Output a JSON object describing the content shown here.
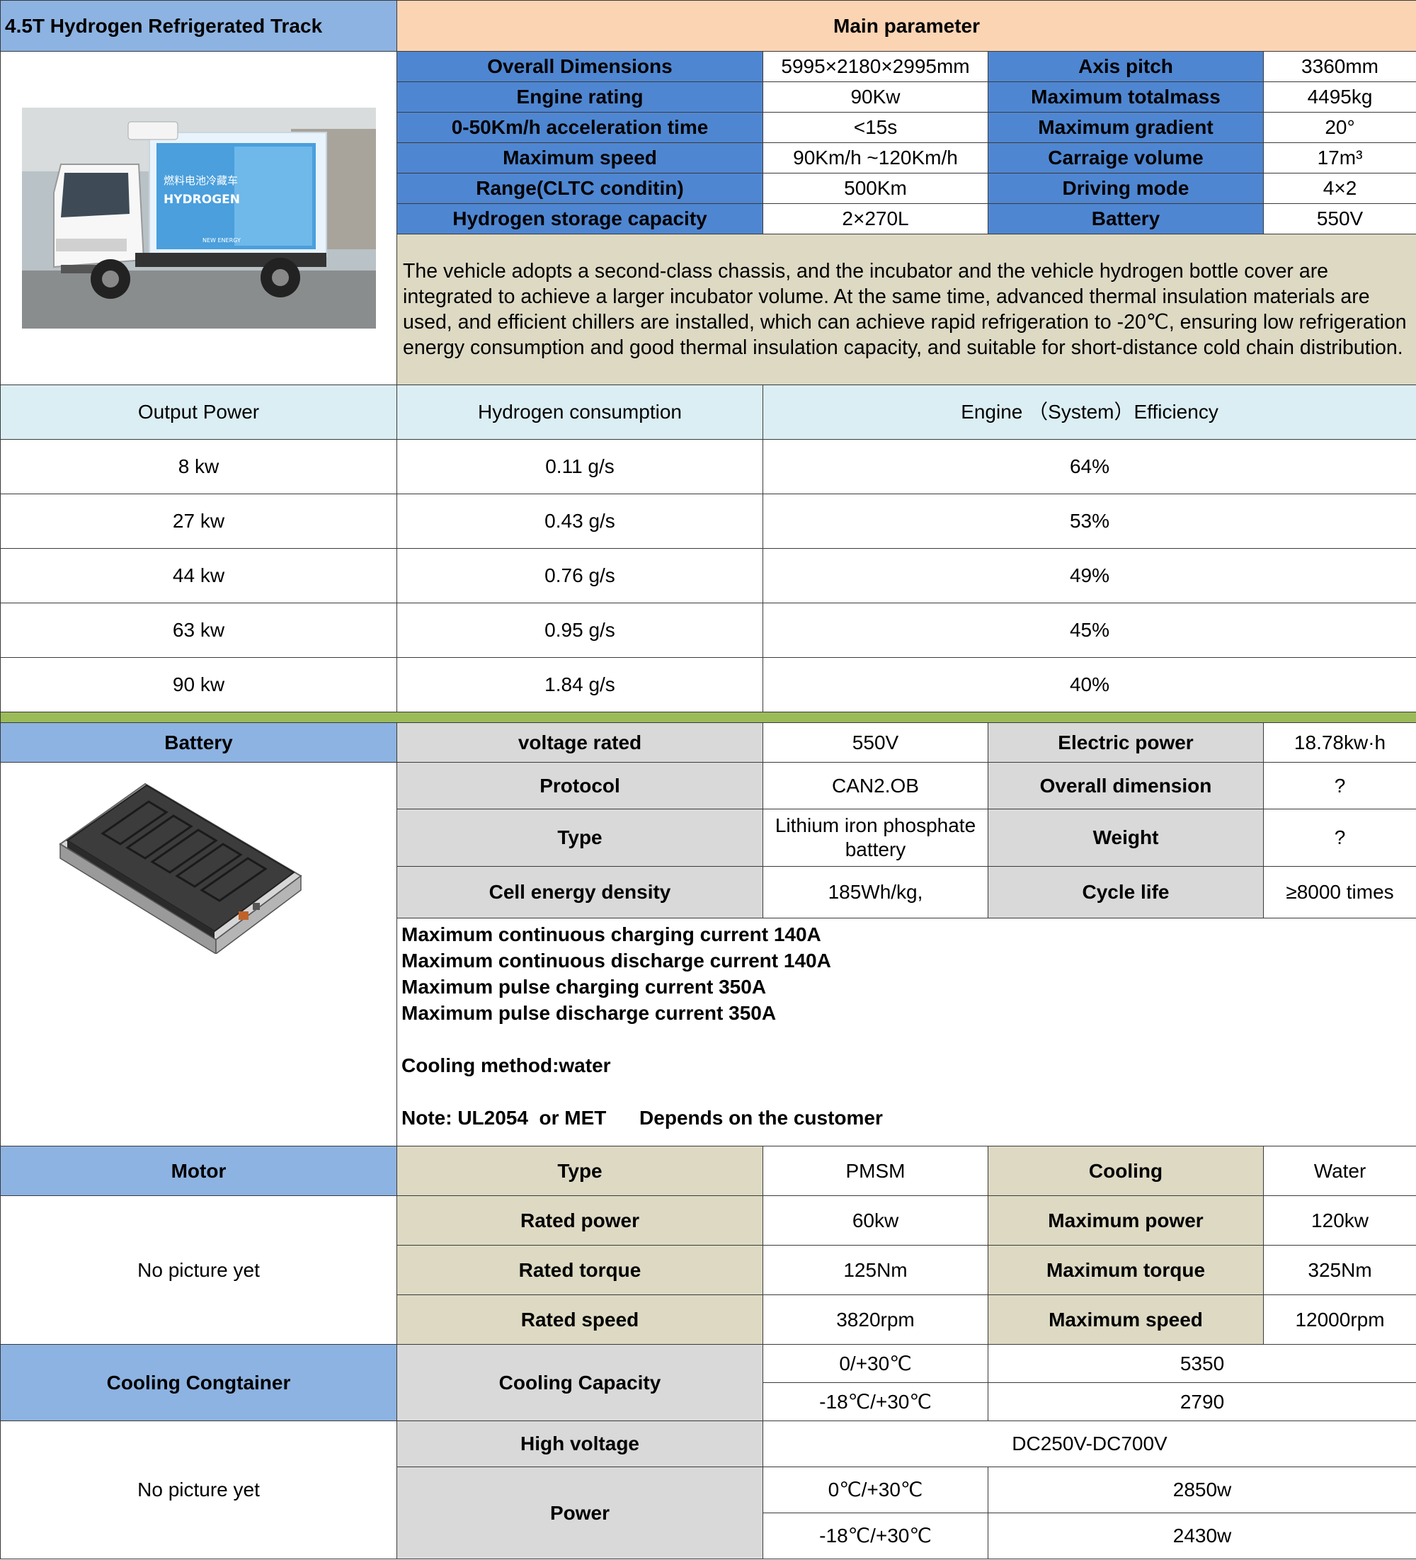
{
  "title": "4.5T Hydrogen Refrigerated Track",
  "main_header": "Main parameter",
  "main_params": [
    {
      "l1": "Overall Dimensions",
      "v1": "5995×2180×2995mm",
      "l2": "Axis pitch",
      "v2": "3360mm"
    },
    {
      "l1": "Engine rating",
      "v1": "90Kw",
      "l2": "Maximum totalmass",
      "v2": "4495kg"
    },
    {
      "l1": "0-50Km/h acceleration time",
      "v1": "<15s",
      "l2": "Maximum gradient",
      "v2": "20°"
    },
    {
      "l1": "Maximum speed",
      "v1": "90Km/h ~120Km/h",
      "l2": "Carraige volume",
      "v2": "17m³"
    },
    {
      "l1": "Range(CLTC conditin)",
      "v1": "500Km",
      "l2": "Driving mode",
      "v2": "4×2"
    },
    {
      "l1": "Hydrogen storage capacity",
      "v1": "2×270L",
      "l2": "Battery",
      "v2": "550V"
    }
  ],
  "truck_image": {
    "label1": "燃料电池冷藏车",
    "label2": "HYDROGEN",
    "label3": "NEW ENERGY"
  },
  "description": "The vehicle adopts a second-class chassis, and the incubator and the vehicle hydrogen bottle cover are integrated to achieve a larger incubator volume. At the same time, advanced thermal insulation materials are used, and efficient chillers are installed, which can achieve rapid refrigeration to -20℃, ensuring low refrigeration energy consumption and good thermal insulation capacity, and suitable for short-distance cold chain distribution.",
  "perf_headers": [
    "Output Power",
    "Hydrogen consumption",
    "Engine （System）Efficiency"
  ],
  "perf_rows": [
    [
      "8 kw",
      "0.11 g/s",
      "64%"
    ],
    [
      "27 kw",
      "0.43 g/s",
      "53%"
    ],
    [
      "44 kw",
      "0.76 g/s",
      "49%"
    ],
    [
      "63 kw",
      "0.95 g/s",
      "45%"
    ],
    [
      "90 kw",
      "1.84 g/s",
      "40%"
    ]
  ],
  "battery": {
    "header": "Battery",
    "rows": [
      {
        "l1": "voltage rated",
        "v1": "550V",
        "l2": "Electric power",
        "v2": "18.78kw·h"
      },
      {
        "l1": "Protocol",
        "v1": "CAN2.OB",
        "l2": "Overall dimension",
        "v2": "?"
      },
      {
        "l1": "Type",
        "v1": "Lithium iron phosphate battery",
        "l2": "Weight",
        "v2": "?"
      },
      {
        "l1": "Cell energy density",
        "v1": "185Wh/kg,",
        "l2": "Cycle life",
        "v2": "≥8000 times"
      }
    ],
    "notes": [
      "Maximum continuous charging current 140A",
      "Maximum continuous discharge current 140A",
      "Maximum pulse charging current 350A",
      "Maximum pulse discharge current 350A",
      "",
      "Cooling method:water",
      "",
      "Note: UL2054  or MET      Depends on the customer"
    ]
  },
  "motor": {
    "header": "Motor",
    "picture_text": "No picture yet",
    "rows": [
      {
        "l1": "Type",
        "v1": "PMSM",
        "l2": "Cooling",
        "v2": "Water"
      },
      {
        "l1": "Rated power",
        "v1": "60kw",
        "l2": "Maximum power",
        "v2": "120kw"
      },
      {
        "l1": "Rated torque",
        "v1": "125Nm",
        "l2": "Maximum torque",
        "v2": "325Nm"
      },
      {
        "l1": "Rated speed",
        "v1": "3820rpm",
        "l2": "Maximum speed",
        "v2": "12000rpm"
      }
    ]
  },
  "cooling": {
    "header": "Cooling Congtainer",
    "picture_text": "No picture yet",
    "capacity_label": "Cooling Capacity",
    "capacity": [
      {
        "cond": "0/+30℃",
        "value": "5350"
      },
      {
        "cond": "-18℃/+30℃",
        "value": "2790"
      }
    ],
    "hv_label": "High voltage",
    "hv_value": "DC250V-DC700V",
    "power_label": "Power",
    "power": [
      {
        "cond": "0℃/+30℃",
        "value": "2850w"
      },
      {
        "cond": "-18℃/+30℃",
        "value": "2430w"
      }
    ]
  }
}
